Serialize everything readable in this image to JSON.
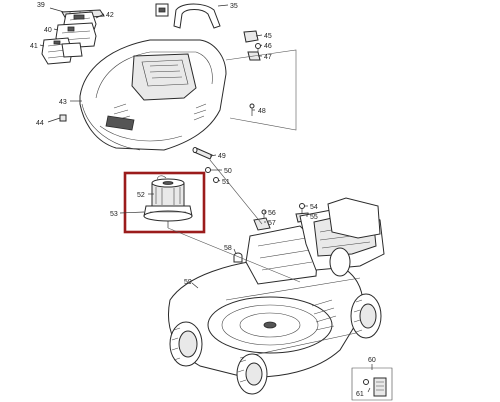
{
  "diagram": {
    "highlight_color": "#9b1c1c",
    "line_color": "#333333",
    "parts": [
      {
        "id": "p39",
        "label": "39"
      },
      {
        "id": "p35",
        "label": "35"
      },
      {
        "id": "p42",
        "label": "42"
      },
      {
        "id": "p40",
        "label": "40"
      },
      {
        "id": "p41",
        "label": "41"
      },
      {
        "id": "p45",
        "label": "45"
      },
      {
        "id": "p46",
        "label": "46"
      },
      {
        "id": "p47",
        "label": "47"
      },
      {
        "id": "p43",
        "label": "43"
      },
      {
        "id": "p44",
        "label": "44"
      },
      {
        "id": "p48",
        "label": "48"
      },
      {
        "id": "p49",
        "label": "49"
      },
      {
        "id": "p50",
        "label": "50"
      },
      {
        "id": "p51",
        "label": "51"
      },
      {
        "id": "p52",
        "label": "52"
      },
      {
        "id": "p53",
        "label": "53"
      },
      {
        "id": "p54",
        "label": "54"
      },
      {
        "id": "p55",
        "label": "55"
      },
      {
        "id": "p56",
        "label": "56"
      },
      {
        "id": "p57",
        "label": "57"
      },
      {
        "id": "p58",
        "label": "58"
      },
      {
        "id": "p59",
        "label": "59"
      },
      {
        "id": "p60",
        "label": "60"
      },
      {
        "id": "p61",
        "label": "61"
      }
    ]
  }
}
